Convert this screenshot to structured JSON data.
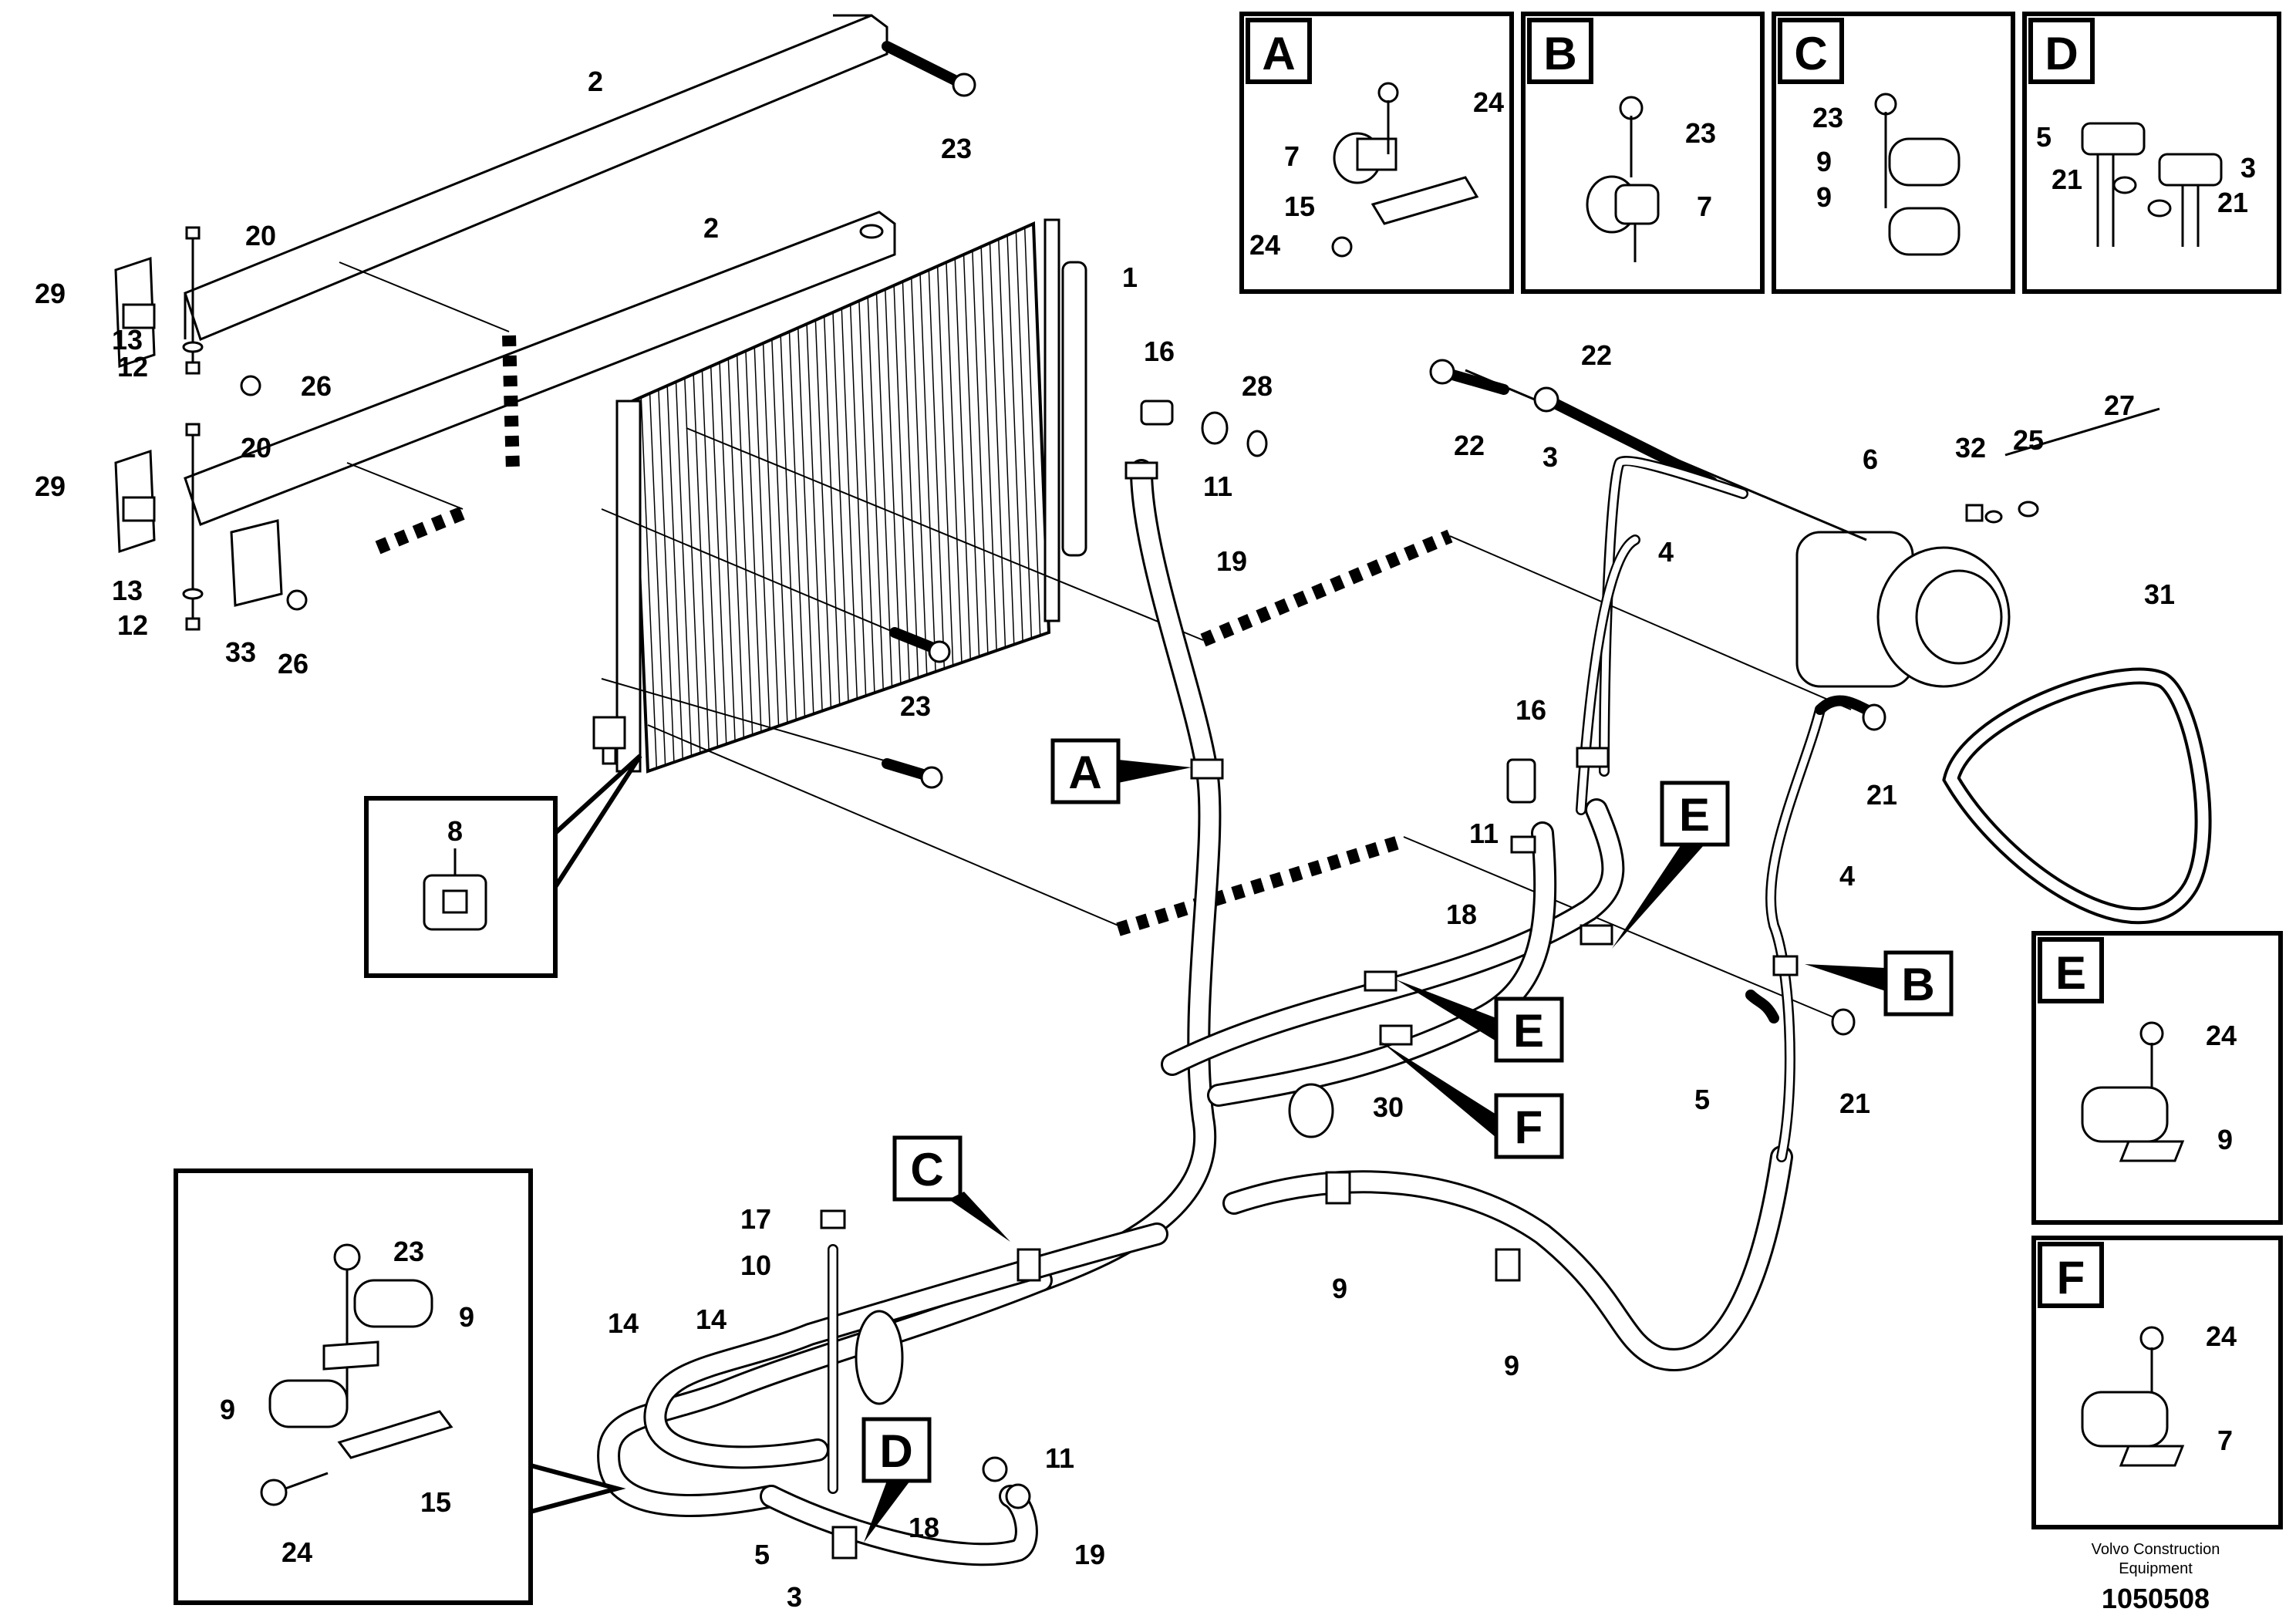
{
  "detail_boxes": {
    "A": {
      "letter": "A",
      "labels": [
        "24",
        "7",
        "15",
        "24"
      ]
    },
    "B": {
      "letter": "B",
      "labels": [
        "23",
        "7"
      ]
    },
    "C": {
      "letter": "C",
      "labels": [
        "23",
        "9",
        "9"
      ]
    },
    "D": {
      "letter": "D",
      "labels": [
        "5",
        "3",
        "21",
        "21"
      ]
    },
    "E": {
      "letter": "E",
      "labels": [
        "24",
        "9"
      ]
    },
    "F": {
      "letter": "F",
      "labels": [
        "24",
        "7"
      ]
    },
    "bottom_left": {
      "labels": [
        "23",
        "9",
        "9",
        "15",
        "24"
      ]
    },
    "sensor": {
      "labels": [
        "8"
      ]
    }
  },
  "callout_tags": {
    "A": "A",
    "B": "B",
    "C": "C",
    "D": "D",
    "E_upper": "E",
    "E_lower": "E",
    "F": "F"
  },
  "part_labels": {
    "p2_top": "2",
    "p23_top": "23",
    "p2_mid": "2",
    "p1": "1",
    "p20_a": "20",
    "p29_a": "29",
    "p13_a": "13",
    "p12_a": "12",
    "p26_a": "26",
    "p20_b": "20",
    "p29_b": "29",
    "p13_b": "13",
    "p12_b": "12",
    "p33": "33",
    "p26_b": "26",
    "p23_mid": "23",
    "p16_a": "16",
    "p28": "28",
    "p11_a": "11",
    "p19_a": "19",
    "p22_a": "22",
    "p22_b": "22",
    "p3_a": "3",
    "p4_a": "4",
    "p6": "6",
    "p32": "32",
    "p25": "25",
    "p27": "27",
    "p31": "31",
    "p21_a": "21",
    "p16_b": "16",
    "p11_b": "11",
    "p18_a": "18",
    "p4_b": "4",
    "p21_b": "21",
    "p5_a": "5",
    "p30": "30",
    "p9_a": "9",
    "p9_b": "9",
    "p17": "17",
    "p10": "10",
    "p14_a": "14",
    "p14_b": "14",
    "p11_c": "11",
    "p18_b": "18",
    "p19_b": "19",
    "p5_b": "5",
    "p3_b": "3"
  },
  "footer": {
    "credit_line1": "Volvo Construction",
    "credit_line2": "Equipment",
    "doc_number": "1050508"
  }
}
